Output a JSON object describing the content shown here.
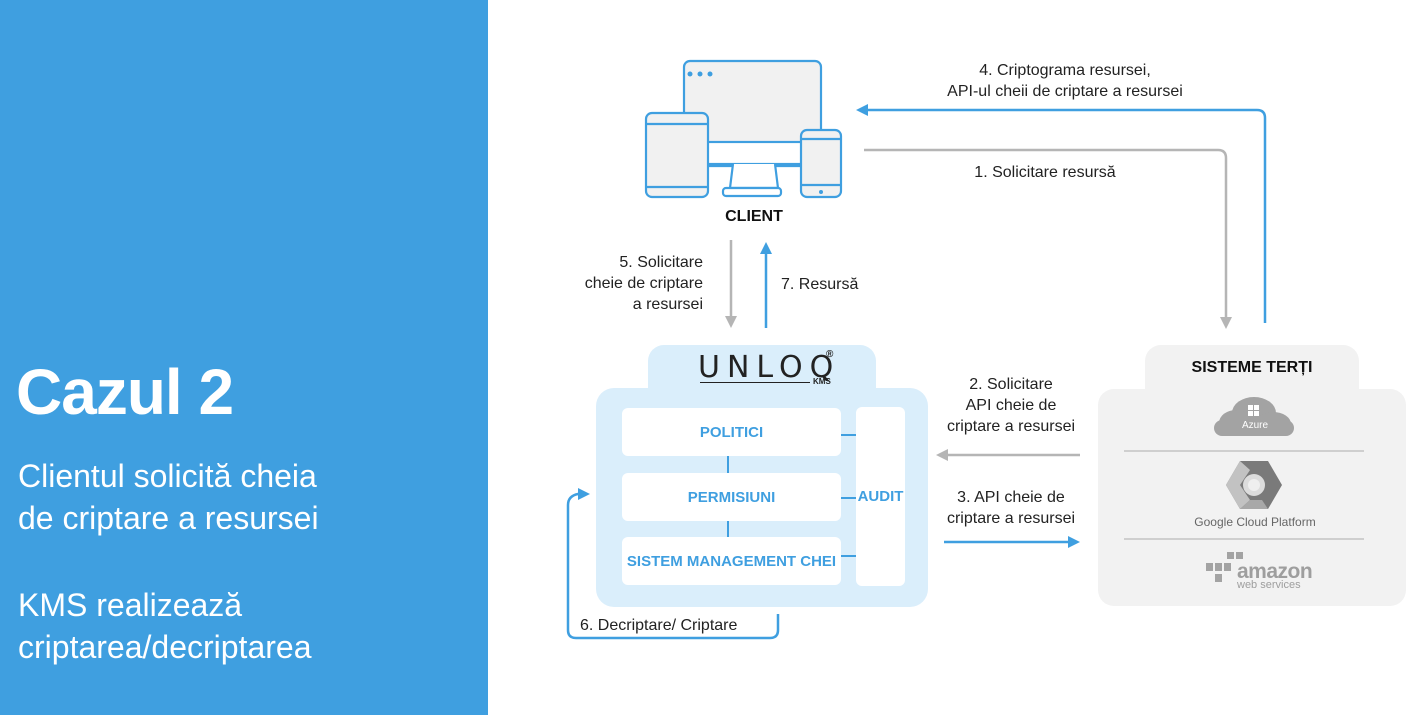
{
  "left_panel": {
    "title": "Cazul 2",
    "description_1_line_1": "Clientul solicită cheia",
    "description_1_line_2": "de criptare a resursei",
    "description_2_line_1": "KMS realizează",
    "description_2_line_2": "criptarea/decriptarea",
    "background_color": "#3f9fe0"
  },
  "client": {
    "label": "CLIENT",
    "icon": "devices-icon"
  },
  "kms": {
    "logo": "UNLOQ",
    "logo_registered": "®",
    "logo_sub": "KMS",
    "boxes": [
      "POLITICI",
      "PERMISIUNI",
      "SISTEM MANAGEMENT CHEI"
    ],
    "audit": "AUDIT",
    "accent_color": "#3f9fe0",
    "fill_color": "#daeefb"
  },
  "third_party": {
    "title": "SISTEME TERȚI",
    "providers": [
      {
        "name": "Azure",
        "icon": "azure-cloud-icon"
      },
      {
        "name": "Google Cloud Platform",
        "icon": "gcp-hexagon-icon"
      },
      {
        "name": "amazon",
        "sub": "web services",
        "icon": "aws-cubes-icon"
      }
    ]
  },
  "flows": {
    "step1": "1. Solicitare resursă",
    "step2_line_1": "2. Solicitare",
    "step2_line_2": "API cheie de",
    "step2_line_3": "criptare a resursei",
    "step3_line_1": "3. API cheie de",
    "step3_line_2": "criptare a resursei",
    "step4_line_1": "4. Criptograma resursei,",
    "step4_line_2": "API-ul cheii de criptare a resursei",
    "step5_line_1": "5. Solicitare",
    "step5_line_2": "cheie de criptare",
    "step5_line_3": "a resursei",
    "step6": "6. Decriptare/ Criptare",
    "step7": "7. Resursă",
    "request_color": "#b5b5b5",
    "response_color": "#3f9fe0"
  }
}
